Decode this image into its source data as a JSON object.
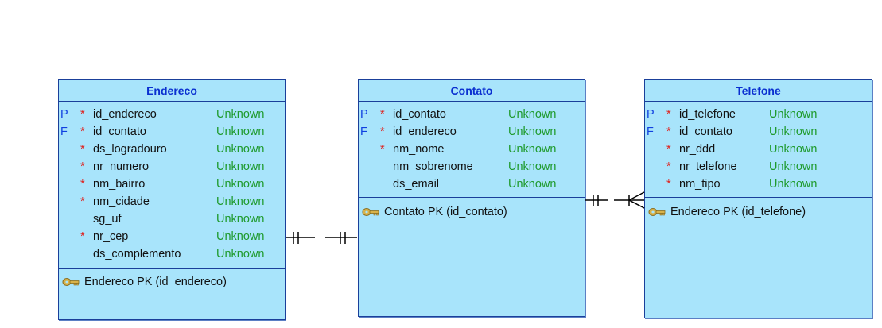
{
  "entities": [
    {
      "id": "endereco",
      "name": "Endereco",
      "attributes": [
        {
          "flag": "P",
          "required": true,
          "name": "id_endereco",
          "type": "Unknown"
        },
        {
          "flag": "F",
          "required": true,
          "name": "id_contato",
          "type": "Unknown"
        },
        {
          "flag": "",
          "required": true,
          "name": "ds_logradouro",
          "type": "Unknown"
        },
        {
          "flag": "",
          "required": true,
          "name": "nr_numero",
          "type": "Unknown"
        },
        {
          "flag": "",
          "required": true,
          "name": "nm_bairro",
          "type": "Unknown"
        },
        {
          "flag": "",
          "required": true,
          "name": "nm_cidade",
          "type": "Unknown"
        },
        {
          "flag": "",
          "required": false,
          "name": "sg_uf",
          "type": "Unknown"
        },
        {
          "flag": "",
          "required": true,
          "name": "nr_cep",
          "type": "Unknown"
        },
        {
          "flag": "",
          "required": false,
          "name": "ds_complemento",
          "type": "Unknown"
        }
      ],
      "key": "Endereco PK (id_endereco)"
    },
    {
      "id": "contato",
      "name": "Contato",
      "attributes": [
        {
          "flag": "P",
          "required": true,
          "name": "id_contato",
          "type": "Unknown"
        },
        {
          "flag": "F",
          "required": true,
          "name": "id_endereco",
          "type": "Unknown"
        },
        {
          "flag": "",
          "required": true,
          "name": "nm_nome",
          "type": "Unknown"
        },
        {
          "flag": "",
          "required": false,
          "name": "nm_sobrenome",
          "type": "Unknown"
        },
        {
          "flag": "",
          "required": false,
          "name": "ds_email",
          "type": "Unknown"
        }
      ],
      "key": "Contato PK (id_contato)"
    },
    {
      "id": "telefone",
      "name": "Telefone",
      "attributes": [
        {
          "flag": "P",
          "required": true,
          "name": "id_telefone",
          "type": "Unknown"
        },
        {
          "flag": "F",
          "required": true,
          "name": "id_contato",
          "type": "Unknown"
        },
        {
          "flag": "",
          "required": true,
          "name": "nr_ddd",
          "type": "Unknown"
        },
        {
          "flag": "",
          "required": true,
          "name": "nr_telefone",
          "type": "Unknown"
        },
        {
          "flag": "",
          "required": true,
          "name": "nm_tipo",
          "type": "Unknown"
        }
      ],
      "key": "Endereco PK (id_telefone)"
    }
  ],
  "relationships": [
    {
      "from": "Endereco",
      "to": "Contato",
      "from_end": "one-and-only-one",
      "to_end": "one-and-only-one"
    },
    {
      "from": "Contato",
      "to": "Telefone",
      "from_end": "one-and-only-one",
      "to_end": "one-or-many"
    }
  ],
  "colors": {
    "entity_fill": "#a8e4fb",
    "entity_border": "#1a3f9a",
    "title": "#0a2fd0",
    "required_marker": "#e0201c",
    "datatype": "#1e9a2c",
    "flag": "#1040e0"
  },
  "icons": {
    "key": "key-icon"
  }
}
